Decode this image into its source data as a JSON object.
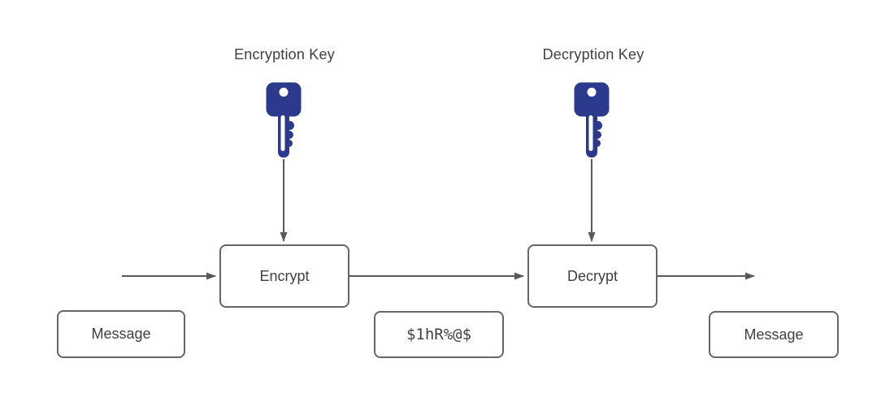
{
  "diagram": {
    "key_labels": {
      "encryption": "Encryption Key",
      "decryption": "Decryption Key"
    },
    "process_nodes": {
      "encrypt": "Encrypt",
      "decrypt": "Decrypt"
    },
    "data_nodes": {
      "input_message": "Message",
      "ciphertext": "$1hR%@$",
      "output_message": "Message"
    },
    "icons": {
      "encryption_key": "key-icon",
      "decryption_key": "key-icon"
    },
    "colors": {
      "key_fill": "#2b3a8c",
      "key_hole": "#ffffff",
      "arrow": "#595959",
      "box_border": "#666666",
      "box_fill": "#ffffff",
      "text": "#404040",
      "background": "#ffffff"
    }
  }
}
